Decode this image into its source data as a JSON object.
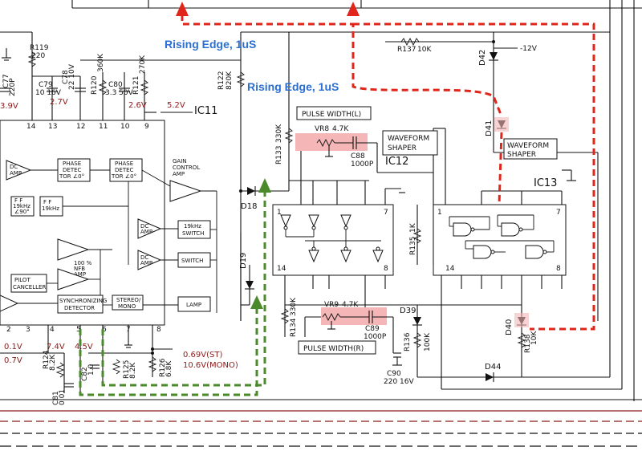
{
  "colors": {
    "annotation_blue": "#2b6fd1",
    "red_trace": "#e0261b",
    "green_trace": "#4a8a2a",
    "highlight": "#f4b6b6",
    "voltage_text": "#8b1a1a"
  },
  "annotations": {
    "rising_edge_1": "Rising Edge, 1uS",
    "rising_edge_2": "Rising Edge, 1uS"
  },
  "ic_labels": {
    "ic11": "IC11",
    "ic12": "IC12",
    "ic13": "IC13"
  },
  "blocks": {
    "pulse_width_l": "PULSE WIDTH(L)",
    "pulse_width_r": "PULSE WIDTH(R)",
    "waveform_shaper_1": [
      "WAVEFORM",
      "SHAPER"
    ],
    "waveform_shaper_2": [
      "WAVEFORM",
      "SHAPER"
    ],
    "phase_detector_1": [
      "PHASE",
      "DETEC",
      "TOR ∠0°"
    ],
    "phase_detector_2": [
      "PHASE",
      "DETEC",
      "TOR ∠0°"
    ],
    "gain_control_amp": [
      "GAIN",
      "CONTROL",
      "AMP"
    ],
    "dc_amp_1": [
      "DC",
      "AMP"
    ],
    "dc_amp_2": [
      "DC",
      "AMP"
    ],
    "dc_amp_3": [
      "DC",
      "AMP"
    ],
    "ff_1": [
      "F F",
      "19kHz",
      "∠90°"
    ],
    "ff_2": [
      "F F",
      "19kHz"
    ],
    "switch_19khz": [
      "19kHz",
      "SWITCH"
    ],
    "switch": "SWITCH",
    "pilot_canceller": [
      "PILOT",
      "CANCELLER"
    ],
    "amp_100": [
      "100 %",
      "NFB",
      "AMP"
    ],
    "sync_detector": [
      "SYNCHRONIZING",
      "DETECTOR"
    ],
    "stereo_mono": [
      "STEREO/",
      "MONO"
    ],
    "lamp": "LAMP"
  },
  "components": {
    "r119": [
      "R119",
      "220"
    ],
    "c77": [
      "C77",
      "220P"
    ],
    "c79": [
      "C79",
      "10 16V"
    ],
    "c78": [
      "C78",
      "22 10V"
    ],
    "r120": [
      "R120",
      "360K"
    ],
    "c80": [
      "C80",
      "3.3 50V"
    ],
    "r121": [
      "R121",
      "270K"
    ],
    "r122": [
      "R122",
      "820K"
    ],
    "r133": [
      "R133",
      "330K"
    ],
    "vr8": [
      "VR8",
      "4.7K"
    ],
    "c88": [
      "C88",
      "1000P"
    ],
    "r137": [
      "R137",
      "10K"
    ],
    "d42": "D42",
    "d42_supply": "-12V",
    "d41": "D41",
    "d18": "D18",
    "d19": "D19",
    "r135": [
      "R135",
      "1K"
    ],
    "r134": [
      "R134",
      "330K"
    ],
    "vr9": [
      "VR9",
      "4.7K"
    ],
    "c89": [
      "C89",
      "1000P"
    ],
    "d39": "D39",
    "r136": [
      "R136",
      "100K"
    ],
    "c90": [
      "C90",
      "220 16V"
    ],
    "d40": "D40",
    "r138": [
      "R138",
      "10K"
    ],
    "d44": "D44",
    "r124": [
      "R124",
      "8.2K"
    ],
    "c82": [
      "C82",
      "1.0"
    ],
    "c81": [
      "C81",
      "0.01"
    ],
    "r125": [
      "R125",
      "8.2K"
    ],
    "r126": [
      "R126",
      "6.8K"
    ]
  },
  "voltages": {
    "v_3_9": "3.9V",
    "v_2_7": "2.7V",
    "v_2_6": "2.6V",
    "v_5_2": "5.2V",
    "v_0_1": "0.1V",
    "v_7_4": "7.4V",
    "v_4_5": "4.5V",
    "v_0_7": "0.7V",
    "v_st": "0.69V(ST)",
    "v_mono": "10.6V(MONO)"
  },
  "pins": {
    "ic11_top": [
      "14",
      "13",
      "12",
      "11",
      "10",
      "9"
    ],
    "ic11_bottom": [
      "2",
      "3",
      "4",
      "5",
      "6",
      "7",
      "8"
    ],
    "ic12": [
      "1",
      "7",
      "14",
      "8"
    ],
    "ic13": [
      "1",
      "7",
      "14",
      "8"
    ]
  }
}
